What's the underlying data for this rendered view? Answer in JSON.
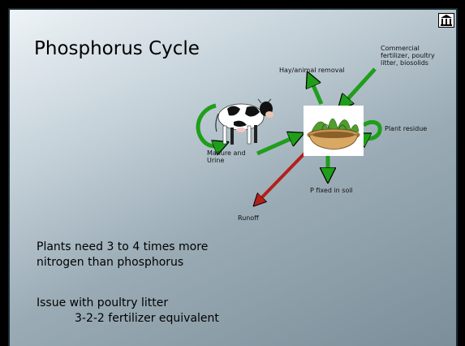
{
  "slide": {
    "title": "Phosphorus Cycle",
    "labels": {
      "commercial": [
        "Commercial",
        "fertilizer, poultry",
        "litter, biosolids"
      ],
      "hay": "Hay/animal removal",
      "plant_residue": "Plant residue",
      "manure": [
        "Manure and",
        "Urine"
      ],
      "p_fixed": "P fixed in soil",
      "runoff": "Runoff"
    },
    "body": {
      "line1": "Plants need 3 to 4 times more",
      "line2": "nitrogen than phosphorus",
      "line3": "Issue with poultry litter",
      "line4": "3-2-2 fertilizer equivalent"
    }
  },
  "colors": {
    "arrow_green": "#1f9e1a",
    "arrow_red": "#b3201a"
  },
  "icons": [
    "cow-image",
    "plant-pot-image",
    "institution-logo-icon"
  ]
}
